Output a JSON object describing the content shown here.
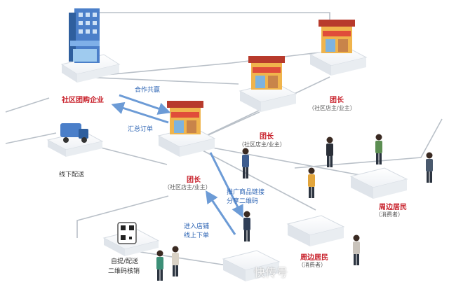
{
  "labels": {
    "enterprise": "社区团购企业",
    "cooperation": "合作共赢",
    "summary_order": "汇总订单",
    "offline_delivery": "线下配送",
    "leader_main": "团长",
    "leader_main_sub": "（社区店主/业主）",
    "leader_mid": "团长",
    "leader_mid_sub": "（社区店主/业主）",
    "leader_top": "团长",
    "leader_top_sub": "（社区店主/业主）",
    "promote_1": "推广商品链接",
    "promote_2": "分享二维码",
    "store_order_1": "进入店铺",
    "store_order_2": "线上下单",
    "pickup_1": "自提/配送",
    "pickup_2": "二维码核销",
    "resident_a": "周边居民",
    "resident_a_sub": "（消费者）",
    "resident_b": "周边居民",
    "resident_b_sub": "（消费者）",
    "watermark": "快传号"
  },
  "colors": {
    "red": "#c8202a",
    "blue": "#2a62b3",
    "arrow": "#6c9bd6",
    "line": "#9aa3ad"
  }
}
